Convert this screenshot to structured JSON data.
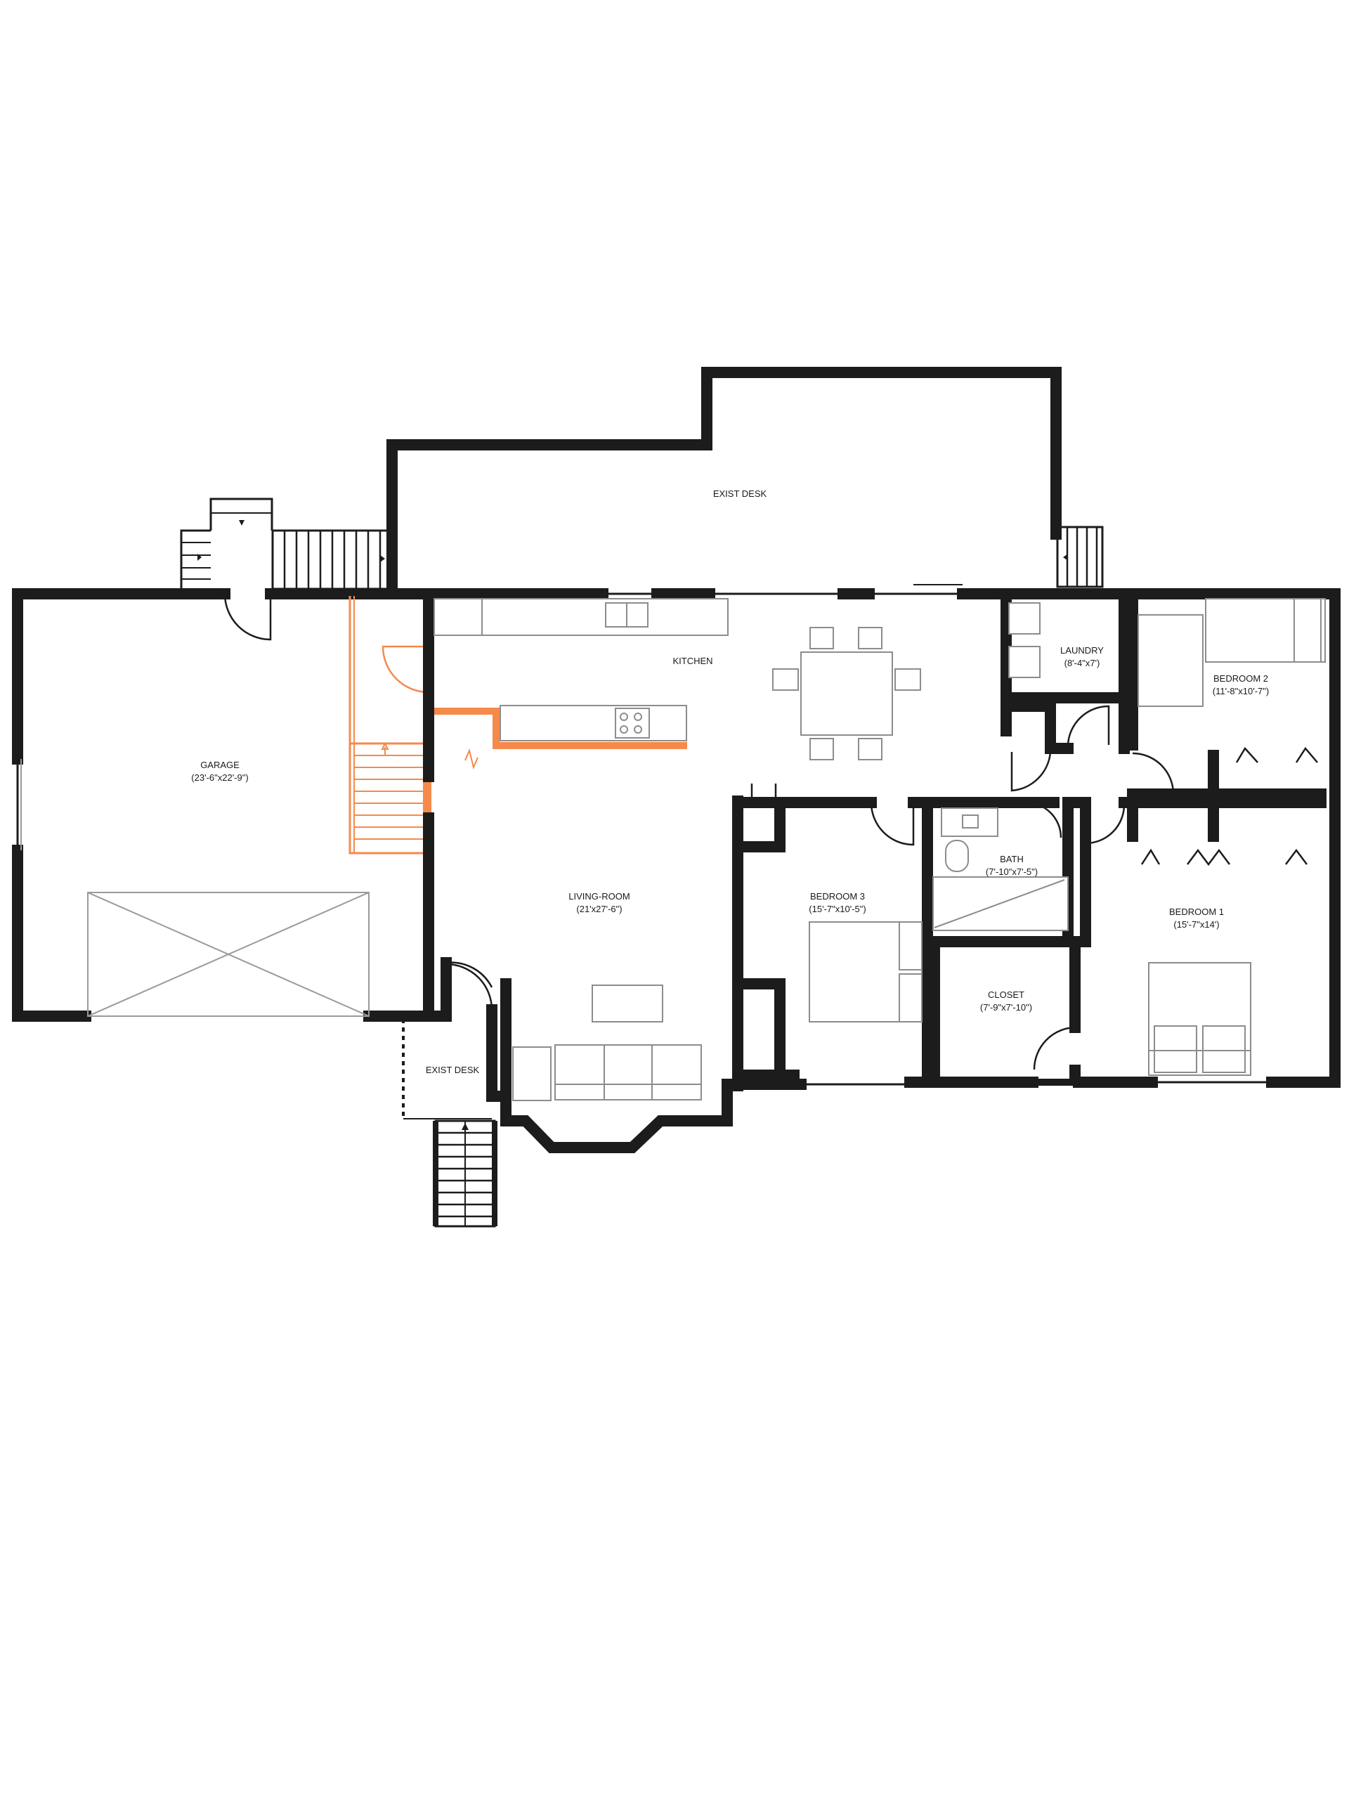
{
  "colors": {
    "wall": "#1c1c1c",
    "highlight": "#f58a4b",
    "fixture": "#8c8c8c",
    "background": "#ffffff"
  },
  "rooms": {
    "exist_desk_top": {
      "name": "EXIST DESK"
    },
    "garage": {
      "name": "GARAGE",
      "dims": "(23'-6\"x22'-9\")"
    },
    "kitchen": {
      "name": "KITCHEN"
    },
    "laundry": {
      "name": "LAUNDRY",
      "dims": "(8'-4\"x7')"
    },
    "bedroom2": {
      "name": "BEDROOM 2",
      "dims": "(11'-8\"x10'-7\")"
    },
    "living": {
      "name": "LIVING-ROOM",
      "dims": "(21'x27'-6\")"
    },
    "bedroom3": {
      "name": "BEDROOM 3",
      "dims": "(15'-7\"x10'-5\")"
    },
    "bath": {
      "name": "BATH",
      "dims": "(7'-10\"x7'-5\")"
    },
    "bedroom1": {
      "name": "BEDROOM 1",
      "dims": "(15'-7\"x14')"
    },
    "closet": {
      "name": "CLOSET",
      "dims": "(7'-9\"x7'-10\")"
    },
    "exist_desk_bottom": {
      "name": "EXIST DESK"
    }
  }
}
